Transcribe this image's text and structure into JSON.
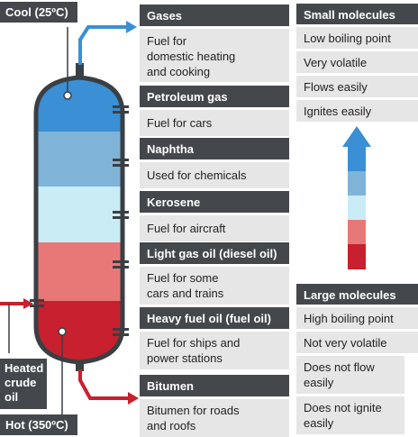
{
  "labels": {
    "cool": "Cool (25ºC)",
    "hot": "Hot (350ºC)",
    "heated_crude_oil": [
      "Heated",
      "crude",
      "oil"
    ]
  },
  "fractions": [
    {
      "name": "Gases",
      "use": [
        "Fuel for",
        "domestic heating",
        "and cooking"
      ]
    },
    {
      "name": "Petroleum gas",
      "use": [
        "Fuel for cars"
      ]
    },
    {
      "name": "Naphtha",
      "use": [
        "Used for chemicals"
      ]
    },
    {
      "name": "Kerosene",
      "use": [
        "Fuel for aircraft"
      ]
    },
    {
      "name": "Light gas oil (diesel oil)",
      "use": [
        "Fuel for some",
        "cars and trains"
      ]
    },
    {
      "name": "Heavy fuel oil (fuel oil)",
      "use": [
        "Fuel for ships and",
        "power stations"
      ]
    },
    {
      "name": "Bitumen",
      "use": [
        "Bitumen for roads",
        "and roofs"
      ]
    }
  ],
  "small_molecules": {
    "title": "Small molecules",
    "properties": [
      "Low boiling point",
      "Very volatile",
      "Flows easily",
      "Ignites easily"
    ]
  },
  "large_molecules": {
    "title": "Large molecules",
    "properties": [
      "High boiling point",
      "Not very volatile",
      "Does not flow easily",
      "Does not ignite easily"
    ]
  },
  "colors": {
    "band_1": "#3b8fd4",
    "band_2": "#7fb3d8",
    "band_3": "#c9ecf5",
    "band_4": "#e87878",
    "band_5": "#c8202e",
    "header_bg": "#44484c",
    "cell_bg": "#e6e6e6",
    "blue_pipe": "#3b8fd4",
    "red_pipe": "#c8202e",
    "arrow_colors": [
      "#3b8fd4",
      "#7fb3d8",
      "#c9ecf5",
      "#e87878",
      "#c8202e"
    ]
  }
}
